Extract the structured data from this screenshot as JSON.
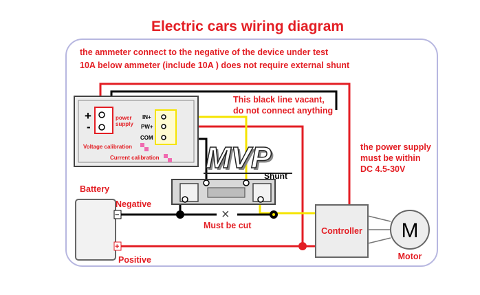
{
  "title": "Electric cars wiring diagram",
  "note_line1": "the ammeter connect to the negative of the device under test",
  "note_line2": "10A below ammeter (include 10A ) does not require external shunt",
  "vacant_line1": "This black line vacant,",
  "vacant_line2": "do not connect anything",
  "supply_line1": "the power supply",
  "supply_line2": "must be within",
  "supply_line3": "DC 4.5-30V",
  "meter": {
    "plus_sign": "+",
    "minus_sign": "-",
    "power_line1": "power",
    "power_line2": "supply",
    "in_plus": "IN+",
    "pw_plus": "PW+",
    "com": "COM",
    "voltage_calibration": "Voltage calibration",
    "current_calibration": "Current calibration"
  },
  "watermark": "MVP",
  "shunt": "Shunt",
  "battery": "Battery",
  "negative": "Negative",
  "positive": "Positive",
  "battery_minus": "−",
  "battery_plus": "+",
  "cut_mark": "×",
  "must_be_cut": "Must be cut",
  "controller": "Controller",
  "motor_letter": "M",
  "motor": "Motor",
  "colors": {
    "red": "#e31e24",
    "yellow": "#f5e400",
    "black": "#000000",
    "frame": "#b7b7e0",
    "pink": "#f06ab0"
  }
}
